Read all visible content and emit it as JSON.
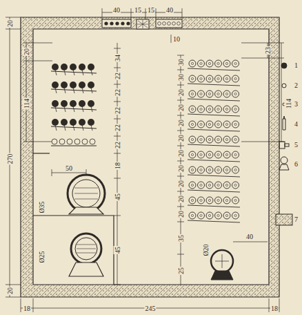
{
  "diagram": {
    "labels": [
      "40",
      "15",
      "15",
      "40",
      "20",
      "270",
      "20",
      "20",
      "114",
      "34",
      "22",
      "22",
      "22",
      "22",
      "22",
      "18",
      "45",
      "45",
      "50",
      "Ø35",
      "Ø25",
      "10",
      "30",
      "30",
      "20",
      "20",
      "20",
      "20",
      "20",
      "20",
      "20",
      "20",
      "20",
      "35",
      "25",
      "40",
      "Ø20",
      "23",
      "114",
      "18",
      "245",
      "18"
    ],
    "legend": [
      {
        "text": "1"
      },
      {
        "text": "2"
      },
      {
        "text": "3"
      },
      {
        "text": "4"
      },
      {
        "text": "5"
      },
      {
        "text": "6"
      },
      {
        "text": "7"
      }
    ]
  }
}
